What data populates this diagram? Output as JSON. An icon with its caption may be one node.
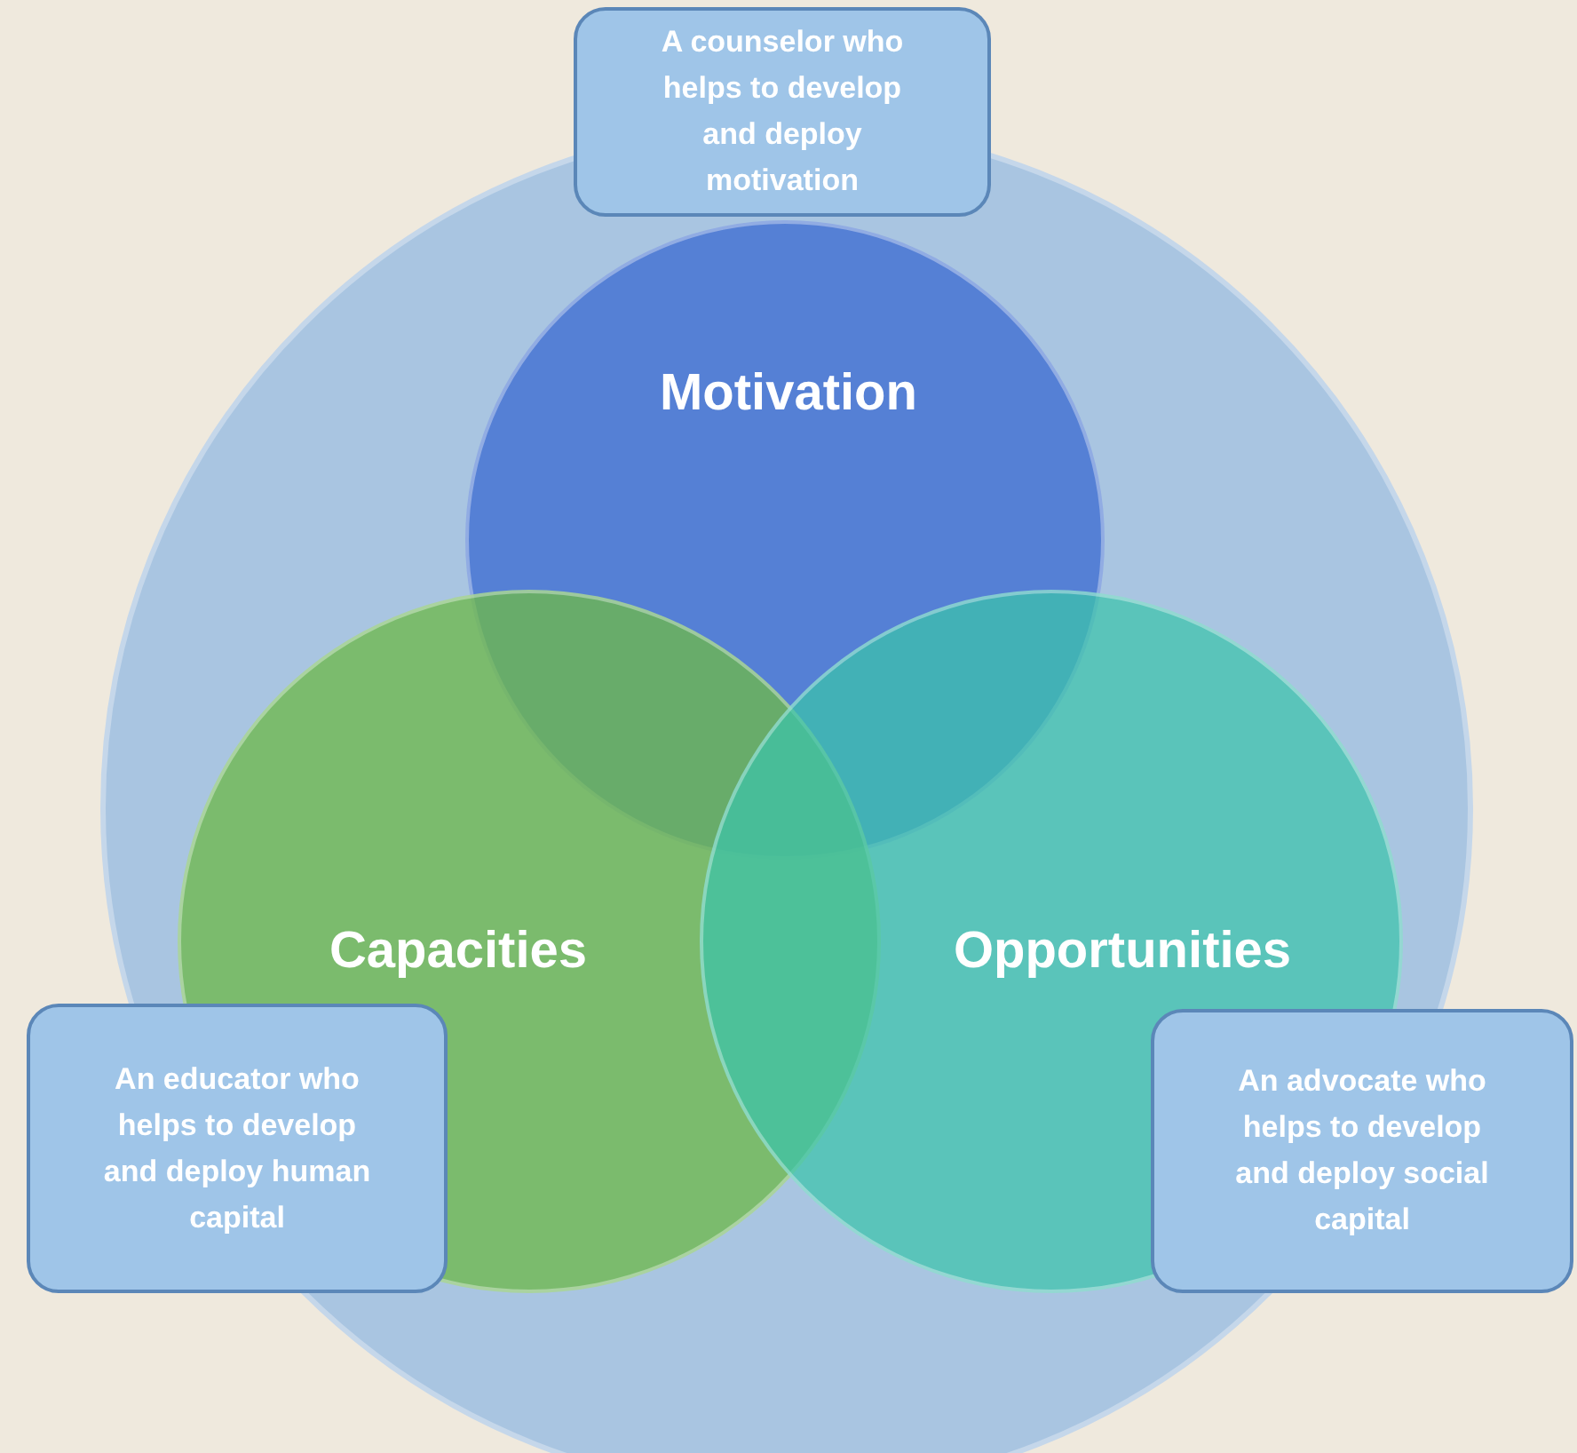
{
  "diagram": {
    "nodes": [
      {
        "text": [
          "A counselor who helps to develop and deploy motivation"
        ]
      },
      {
        "text": [
          "Motivation"
        ]
      },
      {
        "text": [
          "Capacities"
        ]
      },
      {
        "text": [
          "Opportunities"
        ]
      },
      {
        "text": [
          "An educator who helps to develop and deploy human capital"
        ]
      },
      {
        "text": [
          "An advocate who helps to develop and deploy social capital"
        ]
      }
    ],
    "edges": []
  }
}
